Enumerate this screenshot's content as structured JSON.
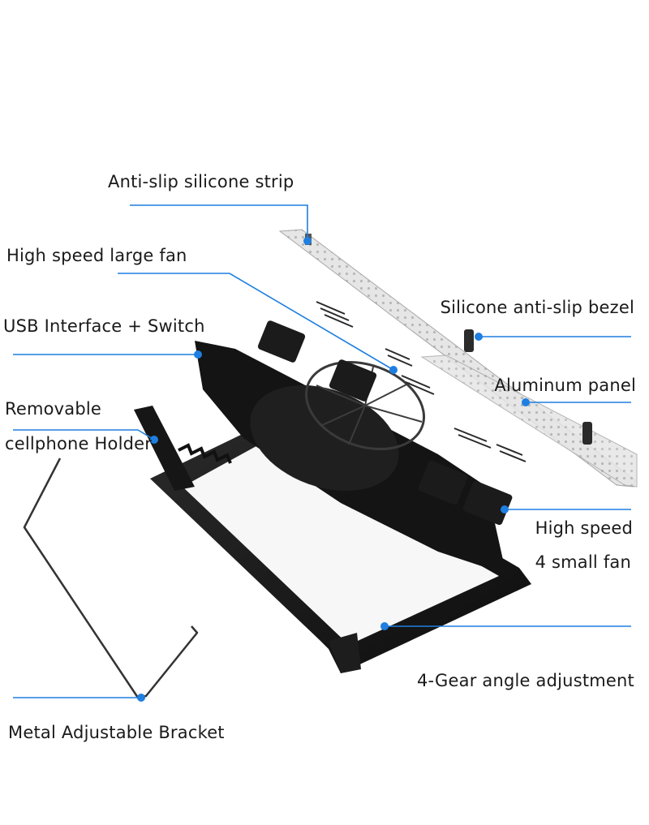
{
  "diagram": {
    "accent_color": "#1e7fe0",
    "labels": {
      "anti_slip_strip": "Anti-slip silicone strip",
      "large_fan": "High speed large fan",
      "usb_switch": "USB Interface + Switch",
      "removable_line1": "Removable",
      "removable_line2": "cellphone Holder",
      "metal_bracket": "Metal Adjustable Bracket",
      "silicone_bezel": "Silicone anti-slip bezel",
      "aluminum_panel": "Aluminum panel",
      "small_fan_line1": "High speed",
      "small_fan_line2": "4 small fan",
      "gear_adjustment": "4-Gear angle adjustment"
    }
  }
}
